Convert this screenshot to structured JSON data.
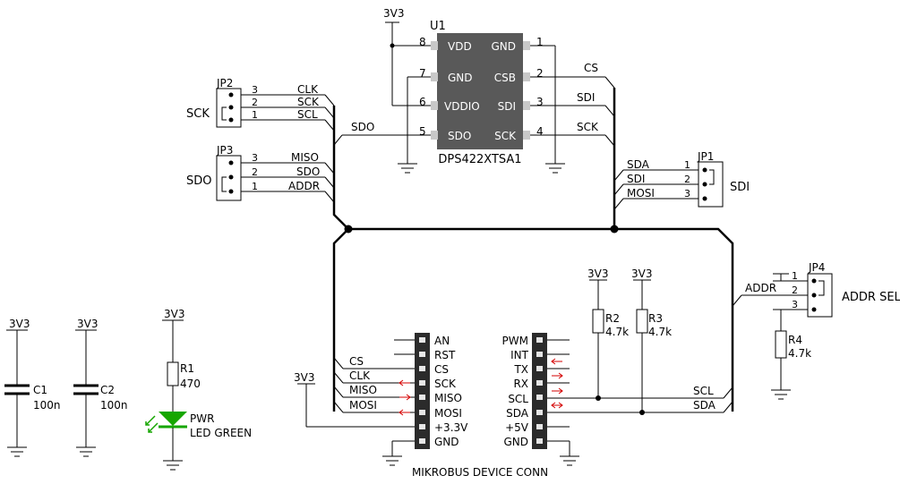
{
  "u1": {
    "ref": "U1",
    "part": "DPS422XTSA1",
    "supply_label": "3V3",
    "pins": [
      {
        "num": "8",
        "name": "VDD"
      },
      {
        "num": "7",
        "name": "GND"
      },
      {
        "num": "6",
        "name": "VDDIO"
      },
      {
        "num": "5",
        "name": "SDO"
      },
      {
        "num": "1",
        "name": "GND"
      },
      {
        "num": "2",
        "name": "CSB"
      },
      {
        "num": "3",
        "name": "SDI"
      },
      {
        "num": "4",
        "name": "SCK"
      }
    ],
    "net_labels": {
      "cs": "CS",
      "sdi": "SDI",
      "sck": "SCK",
      "sdo": "SDO"
    }
  },
  "jp2": {
    "ref": "JP2",
    "title": "SCK",
    "pins": [
      {
        "num": "3",
        "net": "CLK"
      },
      {
        "num": "2",
        "net": "SCK"
      },
      {
        "num": "1",
        "net": "SCL"
      }
    ]
  },
  "jp3": {
    "ref": "JP3",
    "title": "SDO",
    "pins": [
      {
        "num": "3",
        "net": "MISO"
      },
      {
        "num": "2",
        "net": "SDO"
      },
      {
        "num": "1",
        "net": "ADDR"
      }
    ]
  },
  "jp1": {
    "ref": "JP1",
    "title": "SDI",
    "pins": [
      {
        "num": "1",
        "net": "SDA"
      },
      {
        "num": "2",
        "net": "SDI"
      },
      {
        "num": "3",
        "net": "MOSI"
      }
    ]
  },
  "jp4": {
    "ref": "JP4",
    "title": "ADDR SEL",
    "pins": [
      {
        "num": "1",
        "net": ""
      },
      {
        "num": "2",
        "net": "ADDR"
      },
      {
        "num": "3",
        "net": ""
      }
    ]
  },
  "caps": [
    {
      "ref": "C1",
      "value": "100n",
      "supply": "3V3"
    },
    {
      "ref": "C2",
      "value": "100n",
      "supply": "3V3"
    }
  ],
  "led": {
    "res_ref": "R1",
    "res_value": "470",
    "supply": "3V3",
    "label1": "PWR",
    "label2": "LED GREEN",
    "color": "#16a600"
  },
  "pullups": [
    {
      "ref": "R2",
      "value": "4.7k",
      "supply": "3V3"
    },
    {
      "ref": "R3",
      "value": "4.7k",
      "supply": "3V3"
    },
    {
      "ref": "R4",
      "value": "4.7k",
      "supply": ""
    }
  ],
  "mikrobus": {
    "title": "MIKROBUS DEVICE CONN",
    "left_pins": [
      "AN",
      "RST",
      "CS",
      "SCK",
      "MISO",
      "MOSI",
      "+3.3V",
      "GND"
    ],
    "right_pins": [
      "PWM",
      "INT",
      "TX",
      "RX",
      "SCL",
      "SDA",
      "+5V",
      "GND"
    ],
    "left_nets": [
      "CS",
      "CLK",
      "MISO",
      "MOSI"
    ],
    "right_nets": [
      "SCL",
      "SDA"
    ],
    "supply_label": "3V3",
    "arrow_color": "#d40000"
  }
}
